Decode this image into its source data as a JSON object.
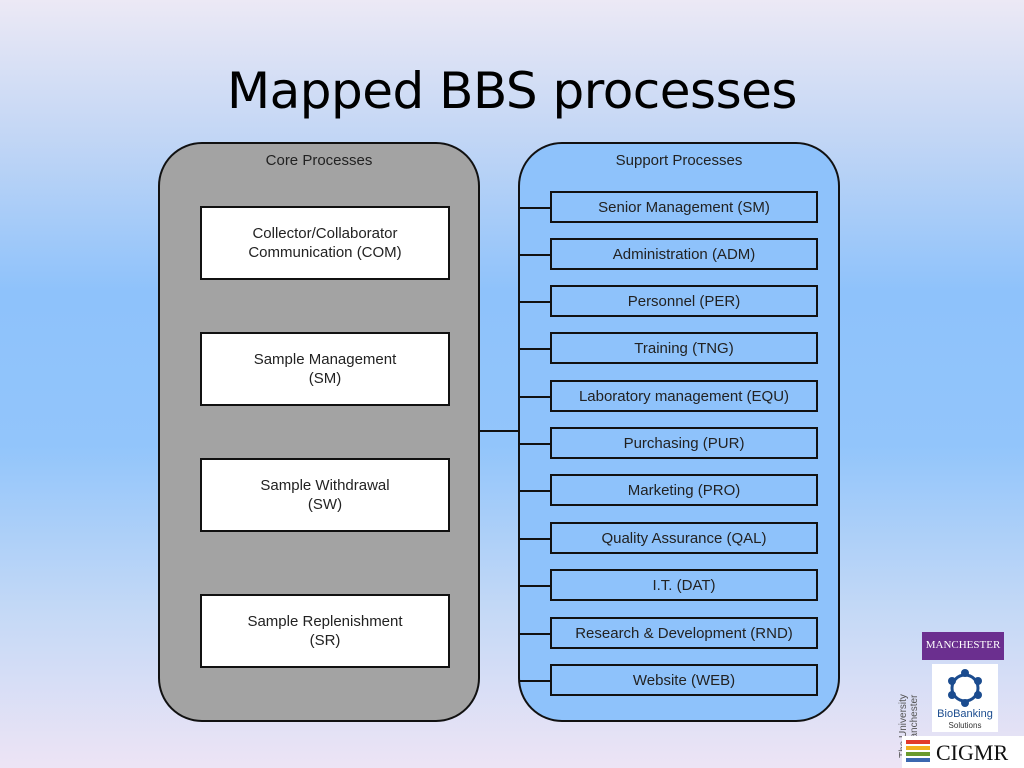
{
  "slide": {
    "title": "Mapped BBS processes"
  },
  "core": {
    "title": "Core Processes",
    "items": [
      "Collector/Collaborator\nCommunication (COM)",
      "Sample Management\n(SM)",
      "Sample Withdrawal\n(SW)",
      "Sample Replenishment\n(SR)"
    ]
  },
  "support": {
    "title": "Support Processes",
    "items": [
      "Senior Management (SM)",
      "Administration (ADM)",
      "Personnel (PER)",
      "Training (TNG)",
      "Laboratory management (EQU)",
      "Purchasing (PUR)",
      "Marketing (PRO)",
      "Quality Assurance (QAL)",
      "I.T. (DAT)",
      "Research & Development (RND)",
      "Website (WEB)"
    ]
  },
  "logos": {
    "university": "The University\nof Manchester",
    "manchester": "MANCHESTER 1824",
    "biobanking": "BioBanking",
    "biobanking_sub": "Solutions",
    "cigmr": "CIGMR"
  },
  "colors": {
    "core_panel": "#a3a3a3",
    "support_panel": "#8ec2fb",
    "manchester_purple": "#6b2f8f"
  }
}
